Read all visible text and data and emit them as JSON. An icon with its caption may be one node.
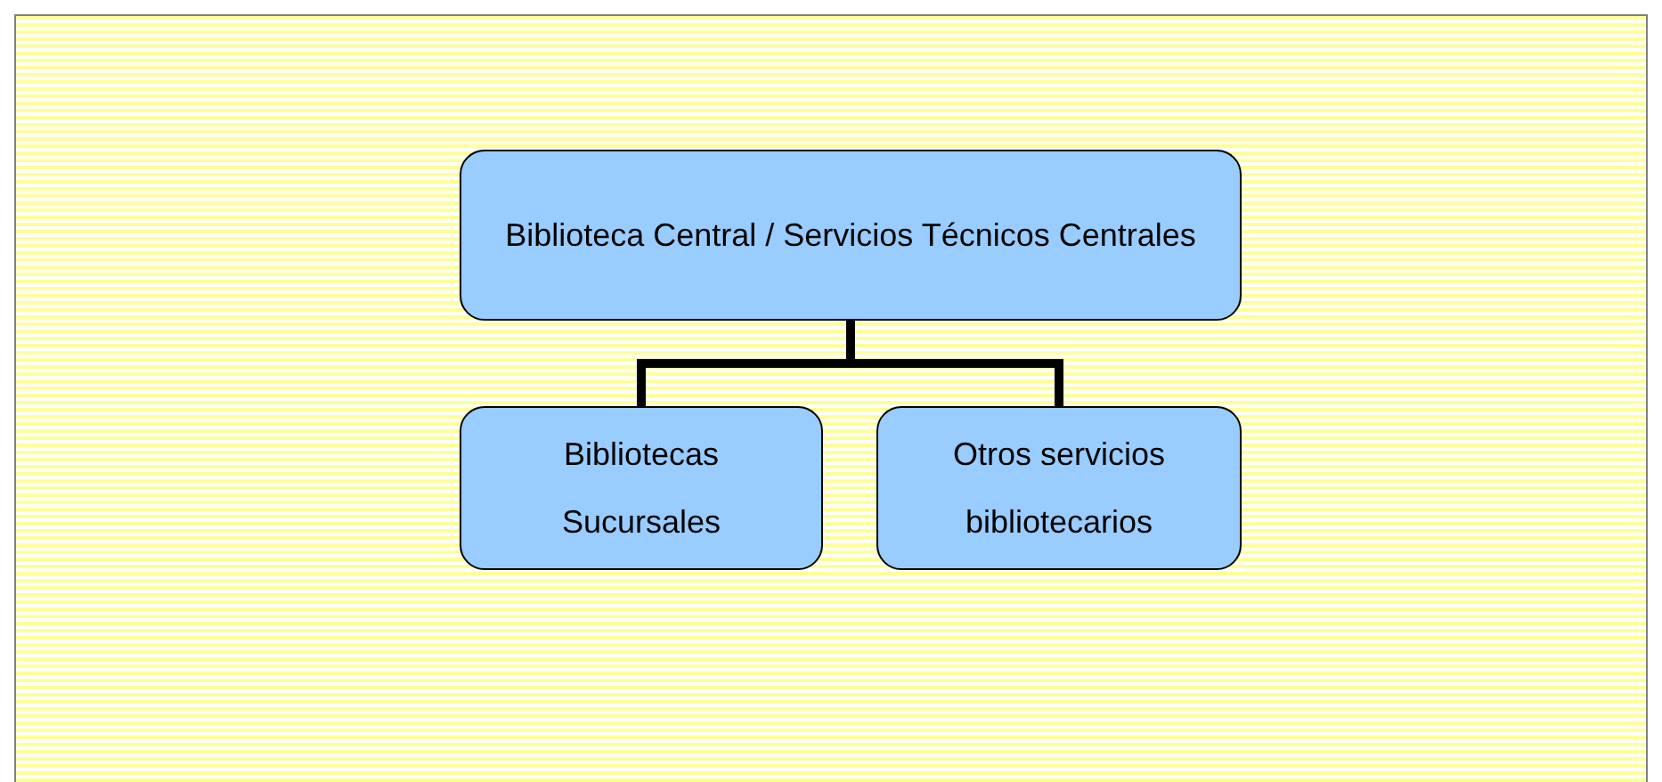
{
  "diagram": {
    "nodes": [
      {
        "text": [
          "Biblioteca Central / Servicios Técnicos Centrales"
        ]
      },
      {
        "text": [
          "Bibliotecas Sucursales"
        ]
      },
      {
        "text": [
          "Otros servicios bibliotecarios"
        ]
      }
    ],
    "edges": [
      {
        "from": 0,
        "to": 1,
        "arrow": "none"
      },
      {
        "from": 0,
        "to": 2,
        "arrow": "none"
      }
    ]
  }
}
